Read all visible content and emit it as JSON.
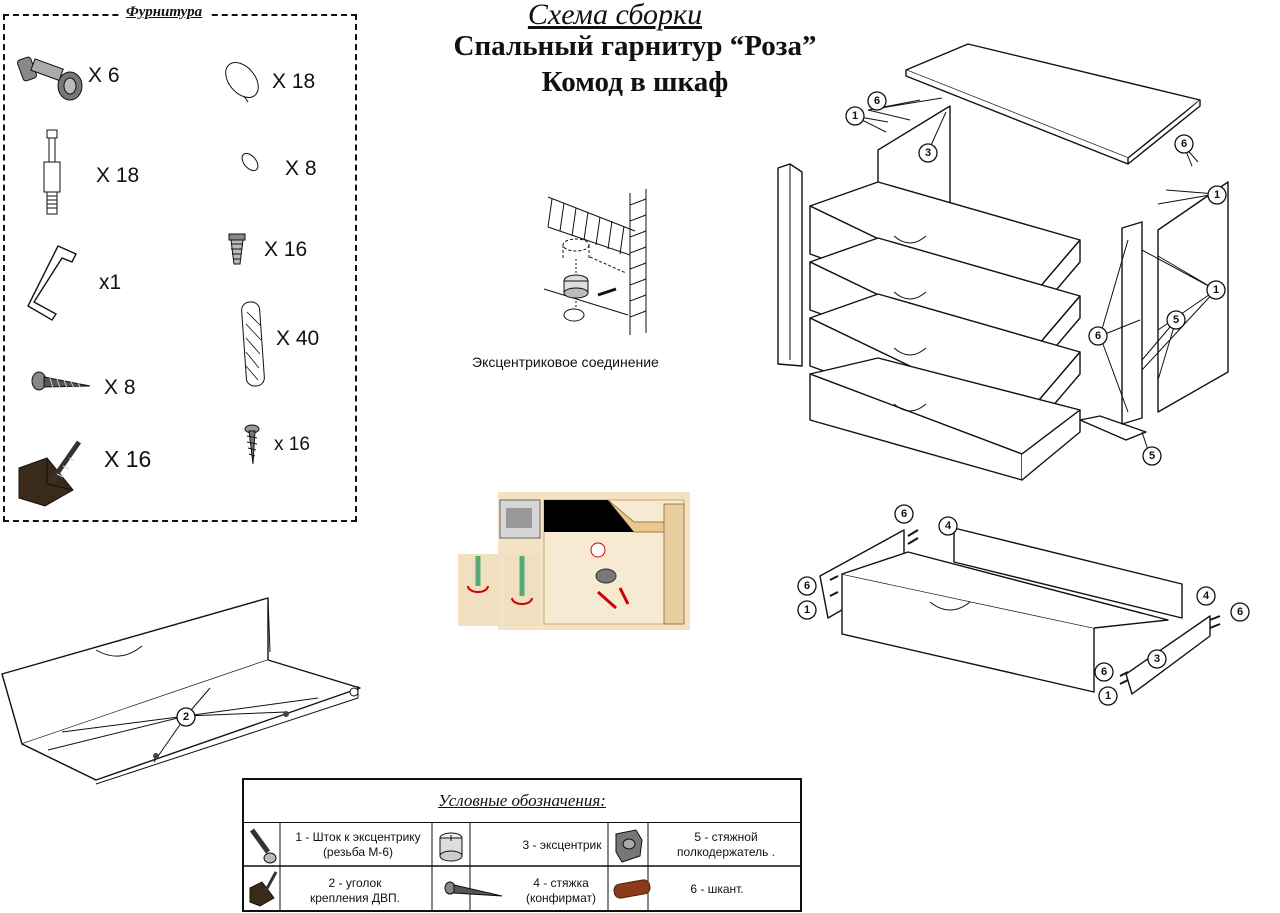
{
  "title": {
    "main": "Схема сборки",
    "set": "Спальный гарнитур “Роза”",
    "item": "Комод в шкаф"
  },
  "hardware": {
    "title": "Фурнитура",
    "items": [
      {
        "icon": "eccentric-rod-icon",
        "qty": "X 6"
      },
      {
        "icon": "long-bolt-icon",
        "qty": "X 18"
      },
      {
        "icon": "hex-key-icon",
        "qty": "x1"
      },
      {
        "icon": "confirmat-screw-icon",
        "qty": "X 8"
      },
      {
        "icon": "corner-bracket-icon",
        "qty": "X  16"
      },
      {
        "icon": "cap-icon",
        "qty": "X 18"
      },
      {
        "icon": "small-cap-icon",
        "qty": "X 8"
      },
      {
        "icon": "short-screw-icon",
        "qty": "X 16"
      },
      {
        "icon": "dowel-icon",
        "qty": "X 40"
      },
      {
        "icon": "wood-screw-icon",
        "qty": "x  16"
      }
    ]
  },
  "cam_caption": "Эксцентриковое соединение",
  "callouts": {
    "one": "1",
    "two": "2",
    "three": "3",
    "four": "4",
    "five": "5",
    "six": "6"
  },
  "legend": {
    "title": "Условные обозначения:",
    "items": [
      {
        "num": "1",
        "text_line1": "1 - Шток к эксцентрику",
        "text_line2": "(резьба М-6)"
      },
      {
        "num": "2",
        "text_line1": "2 - уголок",
        "text_line2": "крепления ДВП."
      },
      {
        "num": "3",
        "text_line1": "3 - эксцентрик",
        "text_line2": ""
      },
      {
        "num": "4",
        "text_line1": "4 - стяжка",
        "text_line2": "(конфирмат)"
      },
      {
        "num": "5",
        "text_line1": "5 - стяжной",
        "text_line2": "полкодержатель ."
      },
      {
        "num": "6",
        "text_line1": "6 - шкант.",
        "text_line2": ""
      }
    ]
  },
  "colors": {
    "ink": "#111111",
    "dowel": "#8b3a1a",
    "bracket": "#3a2a1a",
    "pale_wood": "#f5e6c8"
  }
}
